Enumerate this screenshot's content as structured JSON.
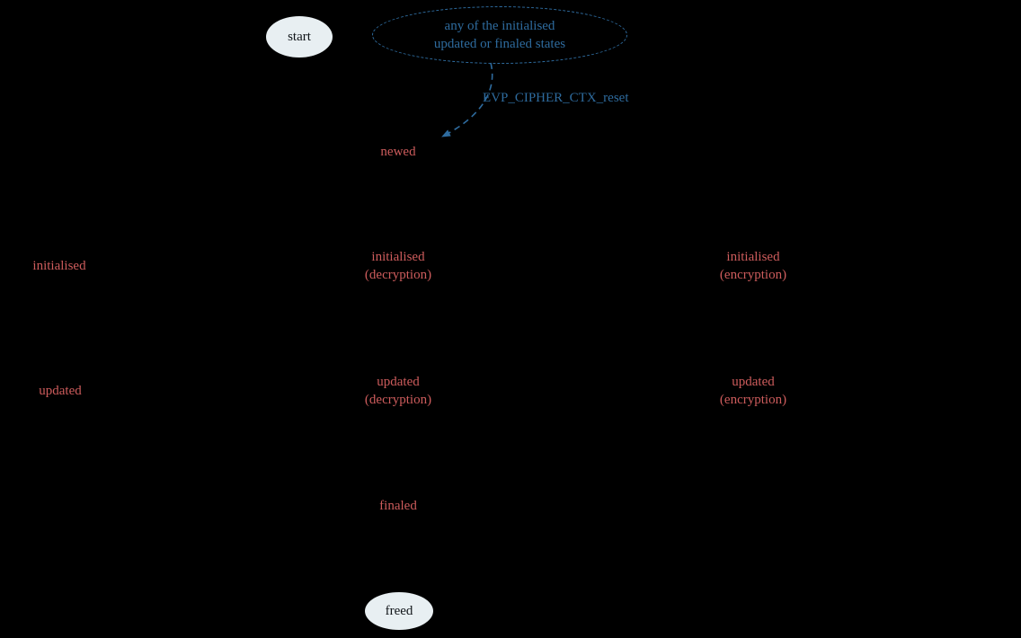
{
  "colors": {
    "background": "#000000",
    "state_text": "#cd5c5c",
    "transition_blue": "#2e6b9e",
    "node_fill": "#e8eff2",
    "node_text": "#101418"
  },
  "nodes": {
    "start": {
      "label": "start"
    },
    "anystates": {
      "line1": "any of the initialised",
      "line2": "updated or finaled states"
    },
    "freed": {
      "label": "freed"
    }
  },
  "states": {
    "newed": {
      "label": "newed"
    },
    "initialised": {
      "label": "initialised"
    },
    "initialised_decryption": {
      "line1": "initialised",
      "line2": "(decryption)"
    },
    "initialised_encryption": {
      "line1": "initialised",
      "line2": "(encryption)"
    },
    "updated": {
      "label": "updated"
    },
    "updated_decryption": {
      "line1": "updated",
      "line2": "(decryption)"
    },
    "updated_encryption": {
      "line1": "updated",
      "line2": "(encryption)"
    },
    "finaled": {
      "label": "finaled"
    }
  },
  "edges": {
    "reset": {
      "label": "EVP_CIPHER_CTX_reset"
    }
  }
}
